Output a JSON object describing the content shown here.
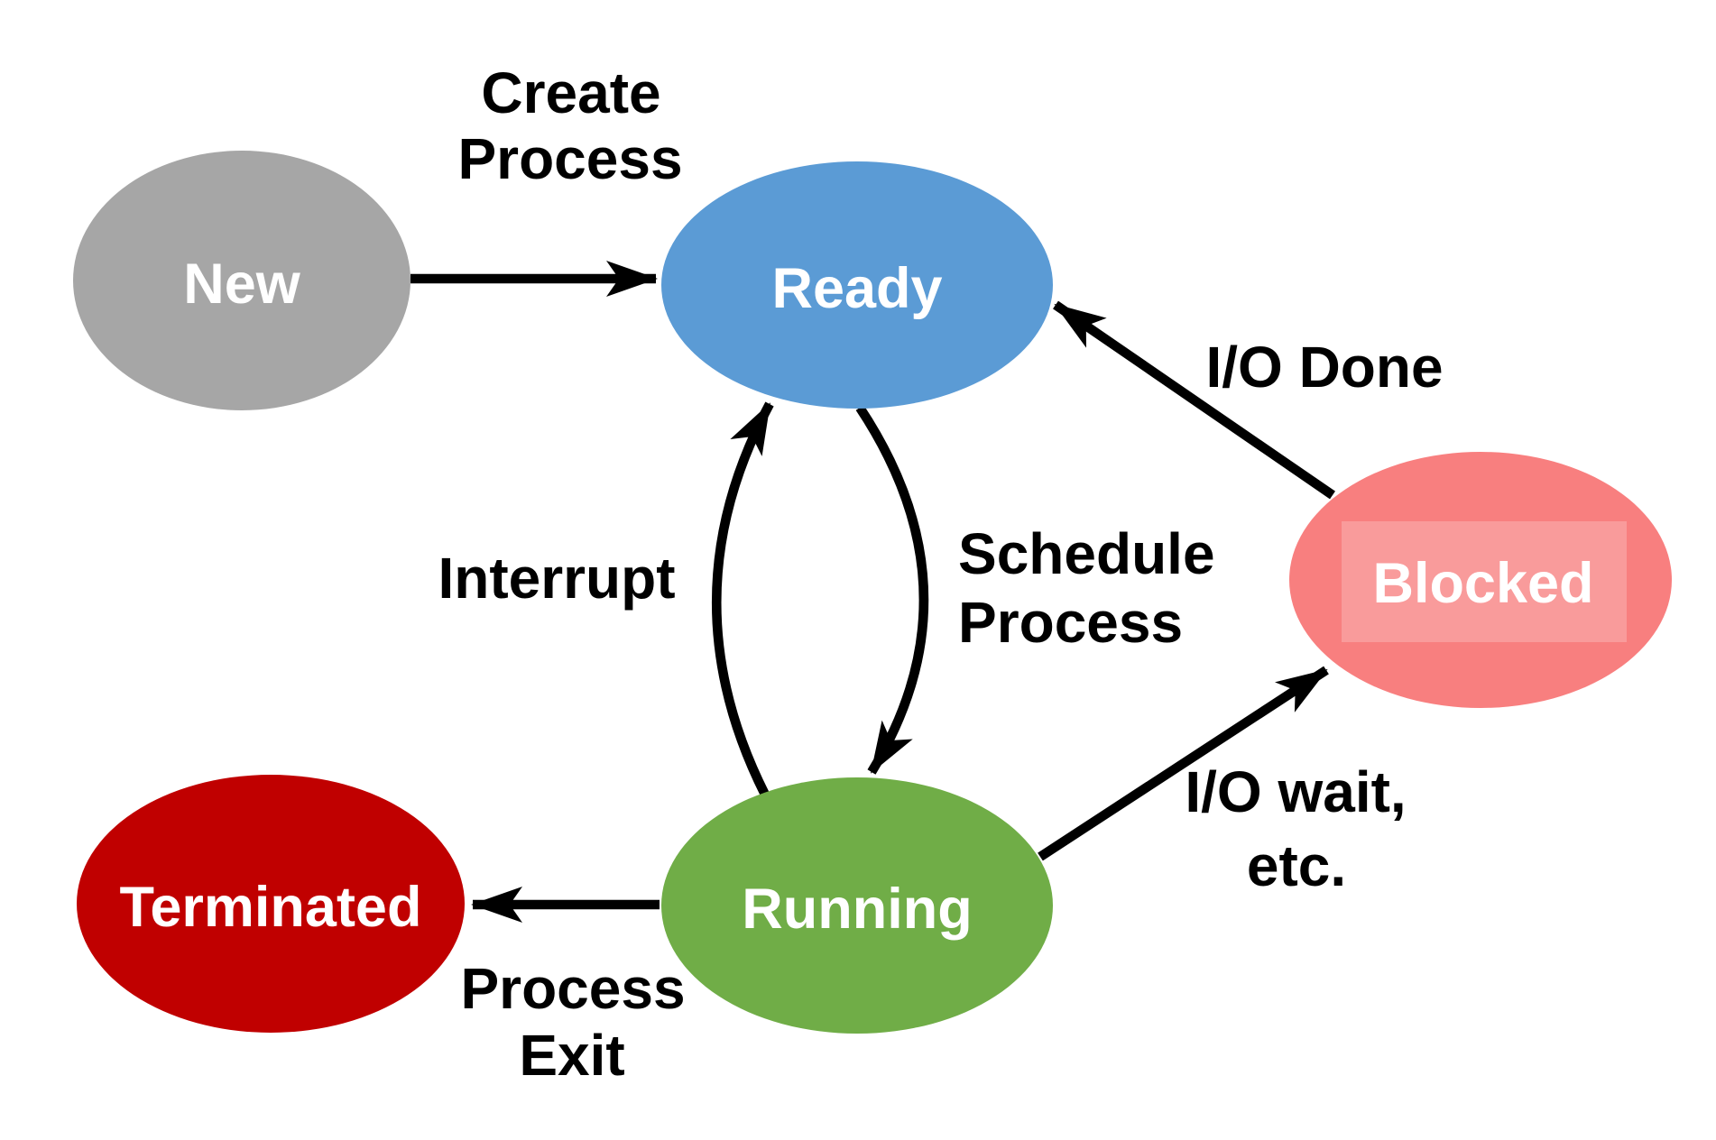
{
  "canvas": {
    "background": "#ffffff",
    "line_color": "#000000"
  },
  "states": {
    "new": {
      "label": "New",
      "fill": "#a6a6a6",
      "text_color": "#ffffff"
    },
    "ready": {
      "label": "Ready",
      "fill": "#5b9bd5",
      "text_color": "#ffffff"
    },
    "blocked": {
      "label": "Blocked",
      "fill": "#f87f7f",
      "text_color": "#ffffff",
      "highlight_fill": "rgba(255,255,255,0.22)"
    },
    "running": {
      "label": "Running",
      "fill": "#70ad47",
      "text_color": "#ffffff"
    },
    "terminated": {
      "label": "Terminated",
      "fill": "#c00000",
      "text_color": "#ffffff"
    }
  },
  "transitions": {
    "create_process": {
      "from": "New",
      "to": "Ready",
      "lines": [
        "Create",
        "Process"
      ]
    },
    "schedule_process": {
      "from": "Ready",
      "to": "Running",
      "lines": [
        "Schedule",
        "Process"
      ]
    },
    "interrupt": {
      "from": "Running",
      "to": "Ready",
      "lines": [
        "Interrupt"
      ]
    },
    "io_done": {
      "from": "Blocked",
      "to": "Ready",
      "lines": [
        "I/O Done"
      ]
    },
    "io_wait": {
      "from": "Running",
      "to": "Blocked",
      "lines": [
        "I/O wait,",
        "etc."
      ]
    },
    "process_exit": {
      "from": "Running",
      "to": "Terminated",
      "lines": [
        "Process",
        "Exit"
      ]
    }
  }
}
